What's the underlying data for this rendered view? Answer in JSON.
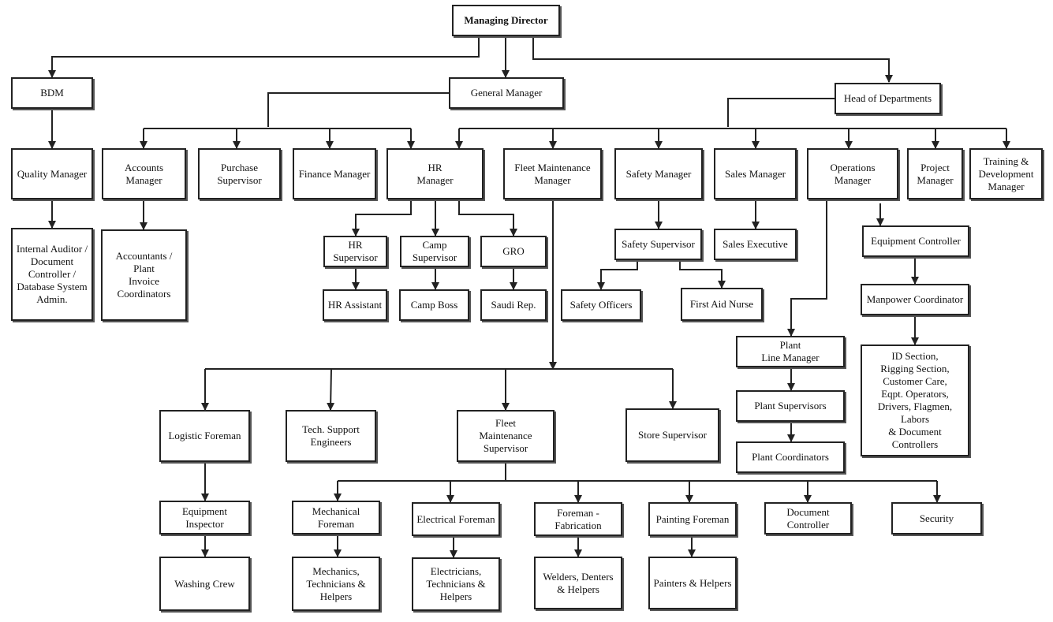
{
  "nodes": {
    "md": "Managing Director",
    "bdm": "BDM",
    "gm": "General Manager",
    "hod": "Head of Departments",
    "qm": "Quality Manager",
    "acm": "Accounts Manager",
    "ps": "Purchase\nSupervisor",
    "fm": "Finance Manager",
    "hrm": "HR\nManager",
    "fleet": "Fleet Maintenance\nManager",
    "sfm": "Safety Manager",
    "slm": "Sales Manager",
    "opm": "Operations Manager",
    "pm": "Project\nManager",
    "tdm": "Training &\nDevelopment\nManager",
    "ia": "Internal Auditor /\nDocument\nController /\nDatabase System\nAdmin.",
    "acc": "Accountants / Plant\nInvoice\nCoordinators",
    "hrs": "HR Supervisor",
    "camp": "Camp\nSupervisor",
    "gro": "GRO",
    "hra": "HR Assistant",
    "boss": "Camp Boss",
    "saudi": "Saudi Rep.",
    "ss": "Safety Supervisor",
    "so": "Safety Officers",
    "fan": "First Aid Nurse",
    "se": "Sales Executive",
    "ec": "Equipment Controller",
    "mc": "Manpower Coordinator",
    "ids": "ID Section,\nRigging Section,\nCustomer Care,\nEqpt. Operators,\nDrivers, Flagmen, Labors\n& Document Controllers",
    "plm": "Plant\nLine Manager",
    "psup": "Plant Supervisors",
    "pc": "Plant Coordinators",
    "lf": "Logistic Foreman",
    "tse": "Tech. Support\nEngineers",
    "fms": "Fleet\nMaintenance\nSupervisor",
    "sts": "Store Supervisor",
    "ei": "Equipment Inspector",
    "wc": "Washing Crew",
    "mf": "Mechanical\nForeman",
    "ef": "Electrical Foreman",
    "ff": "Foreman -\nFabrication",
    "pf": "Painting Foreman",
    "dc": "Document\nController",
    "sec": "Security",
    "mth": "Mechanics,\nTechnicians &\nHelpers",
    "eth": "Electricians,\nTechnicians &\nHelpers",
    "wdh": "Welders, Denters\n& Helpers",
    "ph": "Painters & Helpers"
  }
}
